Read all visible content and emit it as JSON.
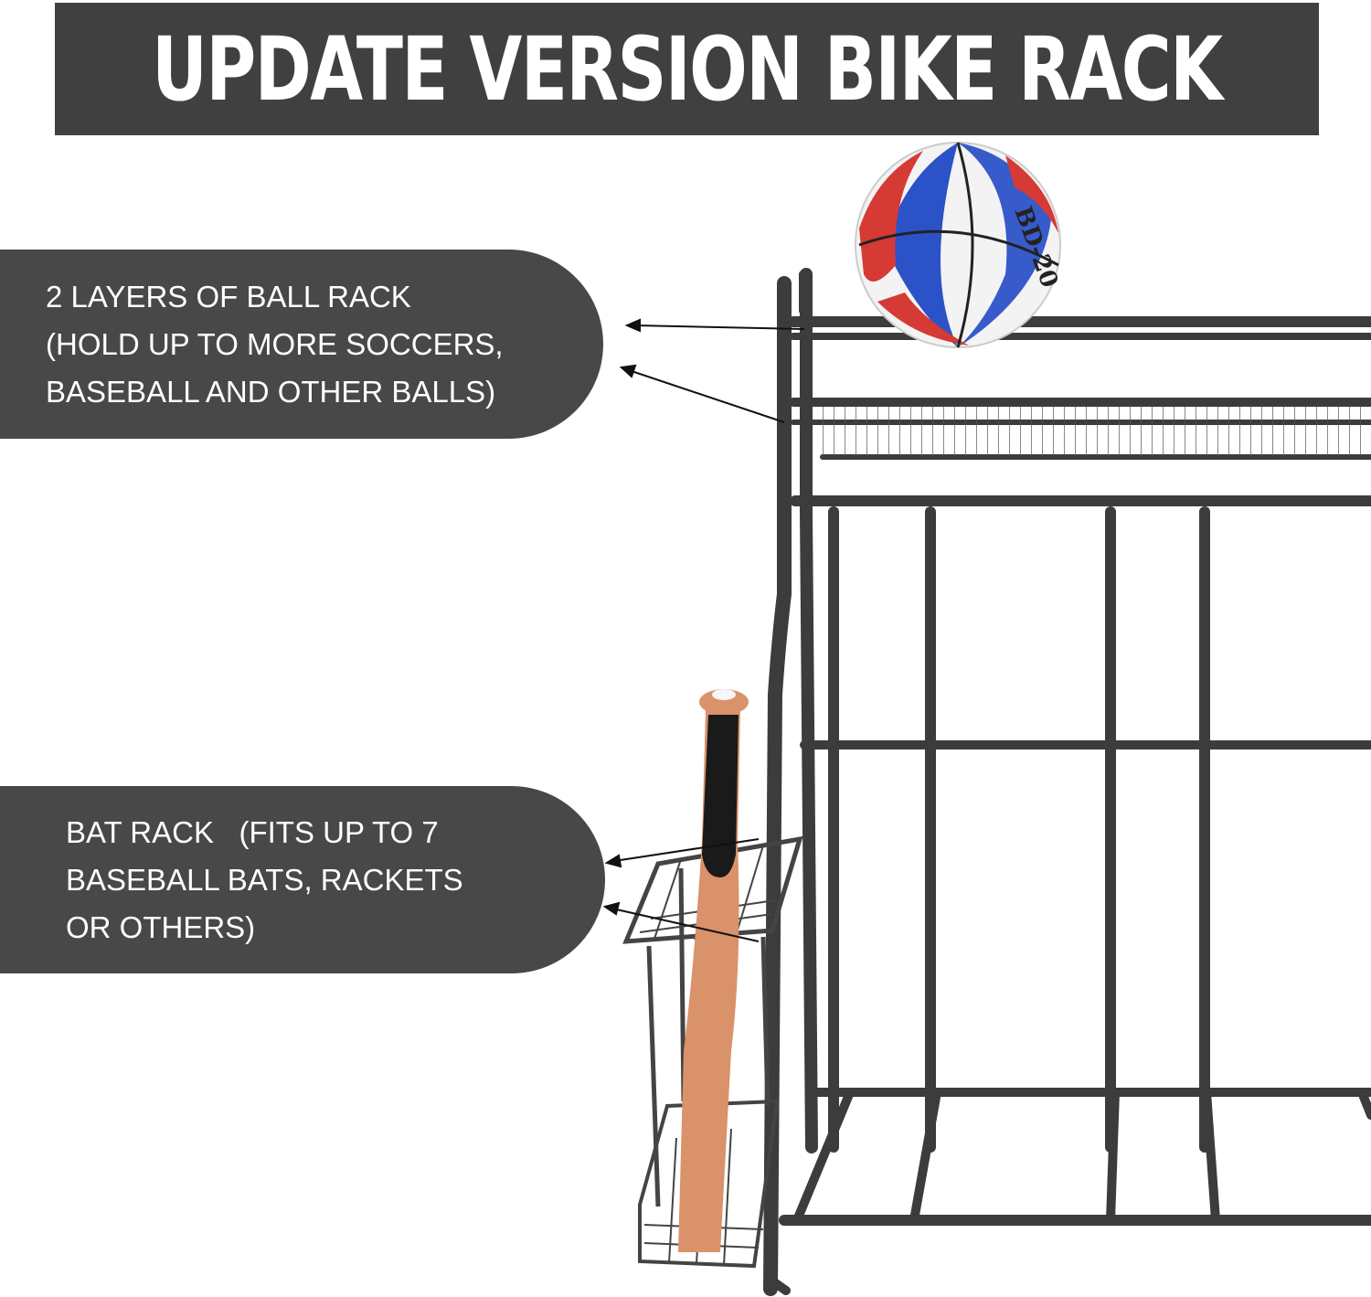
{
  "banner": {
    "title": "UPDATE VERSION BIKE RACK"
  },
  "callouts": {
    "ball_rack": "2 LAYERS OF BALL RACK\n(HOLD UP TO MORE SOCCERS,\nBASEBALL AND OTHER BALLS)",
    "bat_rack": "BAT RACK   (FITS UP TO 7\nBASEBALL BATS, RACKETS\nOR OTHERS)"
  },
  "product": {
    "ball_print": "BD-20"
  },
  "colors": {
    "banner_bg": "#404040",
    "callout_bg": "#484848",
    "frame": "#3c3c3c",
    "bat_wood": "#d9926a",
    "bat_grip": "#1a1a1a",
    "ball_red": "#d63a34",
    "ball_blue": "#2c52c8"
  }
}
